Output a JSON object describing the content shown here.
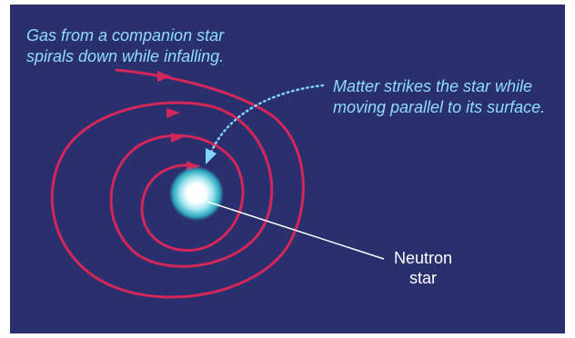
{
  "colors": {
    "background": "#2a2f6e",
    "page": "#ffffff",
    "spiral": "#d3265a",
    "infall_path": "#7fd6ff",
    "annotation_text": "#8fdcff",
    "pointer_line": "#ffffff",
    "label_text": "#ffffff",
    "star_core": "#ffffff",
    "star_glow": "#2fb7c9"
  },
  "icons": {
    "star": "neutron-star-icon",
    "spiral_arrowheads": "arrowhead-icon",
    "infall_arrowhead": "arrowhead-icon"
  },
  "annotations": {
    "gas_line1": "Gas from a companion star",
    "gas_line2": "spirals down while infalling.",
    "matter_line1": "Matter strikes the star while",
    "matter_line2": "moving parallel to its surface."
  },
  "labels": {
    "neutron_line1": "Neutron",
    "neutron_line2": "star"
  }
}
